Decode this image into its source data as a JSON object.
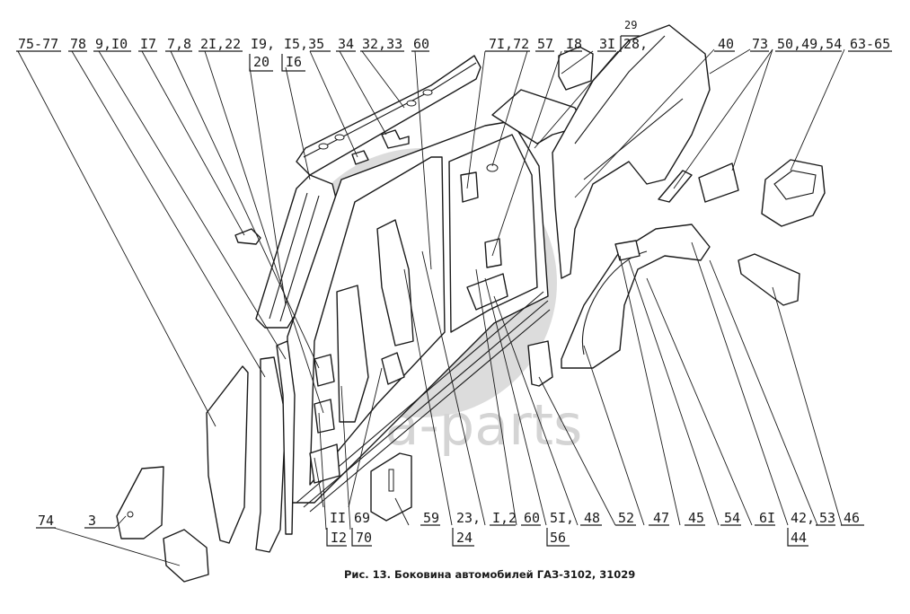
{
  "figure": {
    "caption": "Рис. 13. Боковина автомобилей ГАЗ-3102, 31029",
    "watermark": "ara-parts",
    "watermark_color": "#d4d4d4",
    "line_color": "#1a1a1a",
    "background": "#ffffff"
  },
  "callouts_top": [
    {
      "id": "75-77",
      "text": "75-77"
    },
    {
      "id": "78",
      "text": "78"
    },
    {
      "id": "9-10",
      "text": "9,I0"
    },
    {
      "id": "17",
      "text": "I7"
    },
    {
      "id": "7-8",
      "text": "7,8"
    },
    {
      "id": "21-22",
      "text": "2I,22"
    },
    {
      "id": "19",
      "text": "I9,",
      "boxed_sub": "20"
    },
    {
      "id": "15-35",
      "text": "I5,35",
      "boxed_sub": "I6"
    },
    {
      "id": "34",
      "text": "34"
    },
    {
      "id": "32-33",
      "text": "32,33"
    },
    {
      "id": "60-top",
      "text": "60"
    },
    {
      "id": "71-72",
      "text": "7I,72"
    },
    {
      "id": "57",
      "text": "57"
    },
    {
      "id": "18",
      "text": "I8"
    },
    {
      "id": "31",
      "text": "3I"
    },
    {
      "id": "28",
      "text": "28,",
      "superscript": "29",
      "boxed": true
    },
    {
      "id": "40",
      "text": "40"
    },
    {
      "id": "73",
      "text": "73"
    },
    {
      "id": "50-49-54",
      "text": "50,49,54"
    },
    {
      "id": "63-65",
      "text": "63-65"
    }
  ],
  "callouts_bottom": [
    {
      "id": "74",
      "text": "74"
    },
    {
      "id": "3",
      "text": "3"
    },
    {
      "id": "11",
      "text": "II",
      "boxed_sub": "I2"
    },
    {
      "id": "69",
      "text": "69",
      "boxed_sub": "70"
    },
    {
      "id": "59",
      "text": "59"
    },
    {
      "id": "23",
      "text": "23,",
      "boxed_sub": "24"
    },
    {
      "id": "1-2",
      "text": "I,2"
    },
    {
      "id": "60-bottom",
      "text": "60"
    },
    {
      "id": "51",
      "text": "5I,",
      "boxed_sub": "56"
    },
    {
      "id": "48",
      "text": "48"
    },
    {
      "id": "52",
      "text": "52"
    },
    {
      "id": "47",
      "text": "47"
    },
    {
      "id": "45",
      "text": "45"
    },
    {
      "id": "54",
      "text": "54"
    },
    {
      "id": "61",
      "text": "6I"
    },
    {
      "id": "42",
      "text": "42,",
      "boxed_sub": "44"
    },
    {
      "id": "53",
      "text": "53"
    },
    {
      "id": "46",
      "text": "46"
    }
  ]
}
